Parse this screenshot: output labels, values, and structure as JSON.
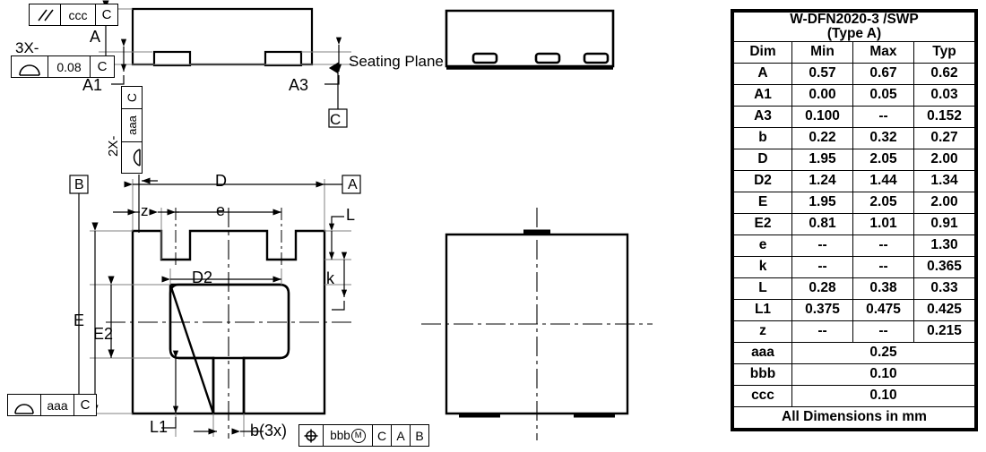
{
  "table": {
    "title_line1": "W-DFN2020-3 /SWP",
    "title_line2": "(Type A)",
    "headers": [
      "Dim",
      "Min",
      "Max",
      "Typ"
    ],
    "rows": [
      {
        "dim": "A",
        "min": "0.57",
        "max": "0.67",
        "typ": "0.62"
      },
      {
        "dim": "A1",
        "min": "0.00",
        "max": "0.05",
        "typ": "0.03"
      },
      {
        "dim": "A3",
        "min": "0.100",
        "max": "--",
        "typ": "0.152"
      },
      {
        "dim": "b",
        "min": "0.22",
        "max": "0.32",
        "typ": "0.27"
      },
      {
        "dim": "D",
        "min": "1.95",
        "max": "2.05",
        "typ": "2.00"
      },
      {
        "dim": "D2",
        "min": "1.24",
        "max": "1.44",
        "typ": "1.34"
      },
      {
        "dim": "E",
        "min": "1.95",
        "max": "2.05",
        "typ": "2.00"
      },
      {
        "dim": "E2",
        "min": "0.81",
        "max": "1.01",
        "typ": "0.91"
      },
      {
        "dim": "e",
        "min": "--",
        "max": "--",
        "typ": "1.30"
      },
      {
        "dim": "k",
        "min": "--",
        "max": "--",
        "typ": "0.365"
      },
      {
        "dim": "L",
        "min": "0.28",
        "max": "0.38",
        "typ": "0.33"
      },
      {
        "dim": "L1",
        "min": "0.375",
        "max": "0.475",
        "typ": "0.425"
      },
      {
        "dim": "z",
        "min": "--",
        "max": "--",
        "typ": "0.215"
      }
    ],
    "tolerance_rows": [
      {
        "dim": "aaa",
        "value": "0.25"
      },
      {
        "dim": "bbb",
        "value": "0.10"
      },
      {
        "dim": "ccc",
        "value": "0.10"
      }
    ],
    "footer": "All Dimensions in mm"
  },
  "drawing": {
    "labels": {
      "A": "A",
      "A1": "A1",
      "A3": "A3",
      "B_datum": "B",
      "A_datum": "A",
      "C_datum": "C",
      "D": "D",
      "D2": "D2",
      "E": "E",
      "E2": "E2",
      "e": "e",
      "z": "z",
      "k": "k",
      "L": "L",
      "L1": "L1",
      "b3x": "b(3x)",
      "seating_plane": "Seating Plane",
      "qty_3x": "3X-",
      "qty_2x": "2X-"
    },
    "fcf_parallelism": {
      "symbol": "parallelism",
      "tolerance": "ccc",
      "datum": "C"
    },
    "fcf_profile_top": {
      "symbol": "profile-of-surface",
      "tolerance": "0.08",
      "datum": "C"
    },
    "fcf_profile_vertical": {
      "symbol": "profile-of-surface",
      "tolerance": "aaa",
      "datum": "C"
    },
    "fcf_profile_bottom": {
      "symbol": "profile-of-surface",
      "tolerance": "aaa",
      "datum": "C"
    },
    "fcf_position": {
      "symbol": "position",
      "tolerance": "bbb",
      "modifier": "M",
      "datum1": "C",
      "datum2": "A",
      "datum3": "B"
    }
  },
  "colors": {
    "line": "#000000",
    "thin_line": "#808080",
    "background": "#ffffff"
  }
}
